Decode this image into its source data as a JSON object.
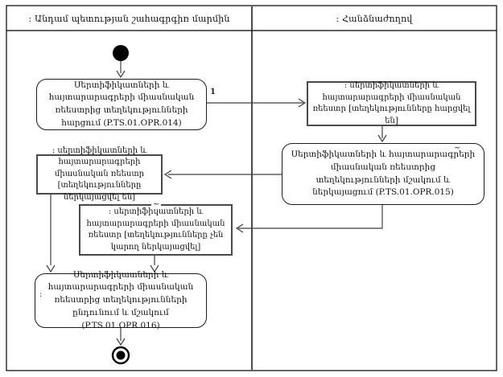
{
  "lanes": {
    "left_title": ": Անդամ պետության շահագրգիռ մարմին",
    "right_title": ": Հանձնաժողով"
  },
  "nodes": {
    "activity_request": {
      "label": "Սերտիֆիկատների և հայտարարագրերի միասնական ռեեստրից տեղեկությունների հարցում (P.TS.01.OPR.014)"
    },
    "object_queried": {
      "label": ": սերտիֆիկատների և հայտարարագրերի միասնական ռեեստր [տեղեկությունները հարցվել են]"
    },
    "activity_process_present": {
      "label": "Սերտիֆիկատների և հայտարարագրերի միասնական ռեեստրից տեղեկությունների մշակում և ներկայացում (P.TS.01.OPR.015)"
    },
    "object_presented": {
      "label": ": սերտիֆիկատների և հայտարարագրերի միասնական ռեեստր [տեղեկությունները ներկայացվել են]"
    },
    "object_not_presented": {
      "label": ": սերտիֆիկատների և հայտարարագրերի միասնական ռեեստր [տեղեկությունները չեն կարող ներկայացվել]"
    },
    "activity_receive": {
      "label": "Սերտիֆիկատների և հայտարարագրերի միասնական ռեեստրից տեղեկությունների ընդունում և մշակում (P.TS.01.OPR.016)"
    }
  },
  "marks": {
    "flow_label_1": "1",
    "tilde_process": "~",
    "tilde_not_presented": "~",
    "colon_receive": ":"
  },
  "colors": {
    "line": "#3f3f3f",
    "activity_border": "#1c1c1c",
    "object_border": "#4a4a4a"
  }
}
